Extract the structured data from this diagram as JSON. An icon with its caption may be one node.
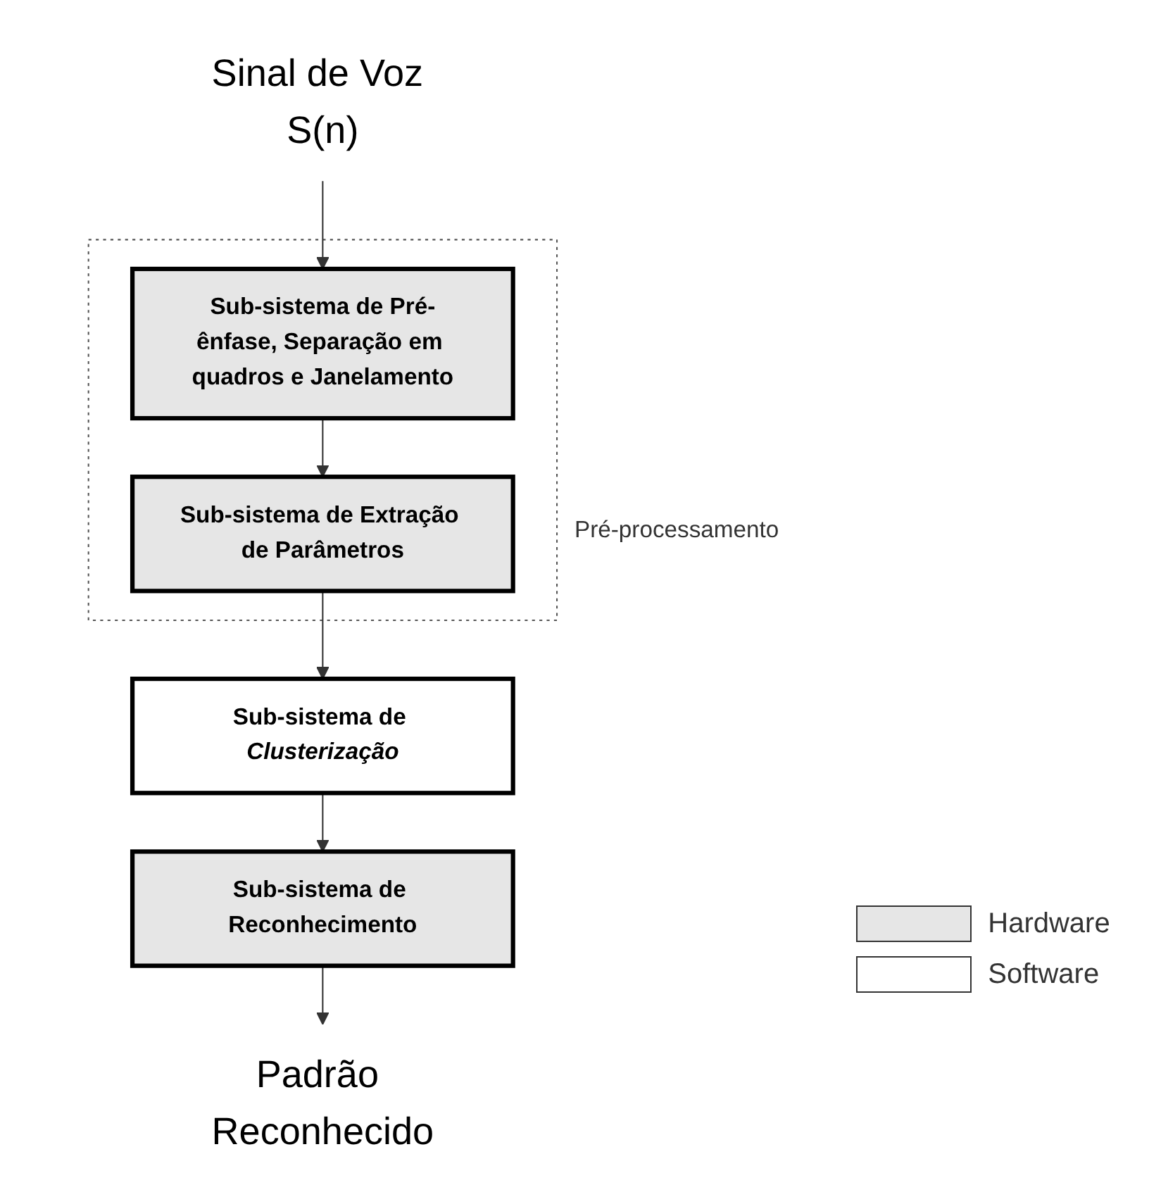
{
  "diagram": {
    "nodes": [
      {
        "text": [
          "Sinal de Voz S(n)"
        ]
      },
      {
        "text": [
          "Pré-processamento"
        ]
      },
      {
        "text": [
          "Sub-sistema de Pré-ênfase, Separação em quadros e Janelamento"
        ],
        "in": 1
      },
      {
        "text": [
          "Sub-sistema de Extração de Parâmetros"
        ],
        "in": 1
      },
      {
        "text": [
          "Sub-sistema de *Clusterização*"
        ]
      },
      {
        "text": [
          "Sub-sistema de Reconhecimento"
        ]
      },
      {
        "text": [
          "Padrão Reconhecido"
        ]
      }
    ],
    "edges": [
      {
        "from": 0,
        "to": 2,
        "arrow": "to"
      },
      {
        "from": 2,
        "to": 3,
        "arrow": "to"
      },
      {
        "from": 3,
        "to": 4,
        "arrow": "to"
      },
      {
        "from": 4,
        "to": 5,
        "arrow": "to"
      },
      {
        "from": 5,
        "to": 6,
        "arrow": "to"
      }
    ],
    "legend": [
      {
        "text": "Hardware"
      },
      {
        "text": "Software"
      }
    ]
  }
}
